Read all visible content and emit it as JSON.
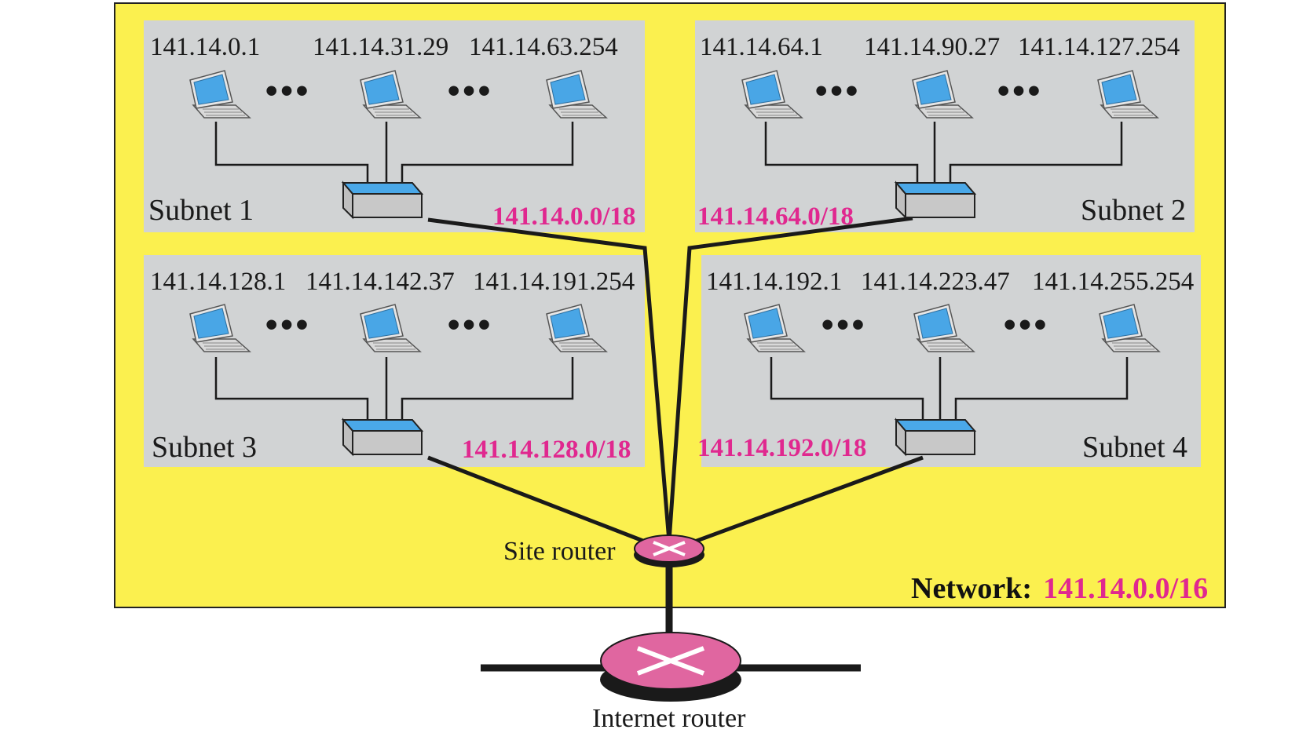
{
  "network": {
    "label": "Network:",
    "value": "141.14.0.0/16",
    "colors": {
      "area": "#fbf04f",
      "subnet_bg": "#d1d3d4",
      "prefix": "#e0288f",
      "router": "#e066a0",
      "switch_top": "#4aa8e8",
      "laptop_screen": "#49a6e6"
    }
  },
  "subnets": [
    {
      "label": "Subnet 1",
      "prefix": "141.14.0.0/18",
      "hosts": [
        "141.14.0.1",
        "141.14.31.29",
        "141.14.63.254"
      ]
    },
    {
      "label": "Subnet 2",
      "prefix": "141.14.64.0/18",
      "hosts": [
        "141.14.64.1",
        "141.14.90.27",
        "141.14.127.254"
      ]
    },
    {
      "label": "Subnet 3",
      "prefix": "141.14.128.0/18",
      "hosts": [
        "141.14.128.1",
        "141.14.142.37",
        "141.14.191.254"
      ]
    },
    {
      "label": "Subnet 4",
      "prefix": "141.14.192.0/18",
      "hosts": [
        "141.14.192.1",
        "141.14.223.47",
        "141.14.255.254"
      ]
    }
  ],
  "ellipsis": "•••",
  "site_router": {
    "label": "Site router"
  },
  "internet_router": {
    "label": "Internet router"
  }
}
